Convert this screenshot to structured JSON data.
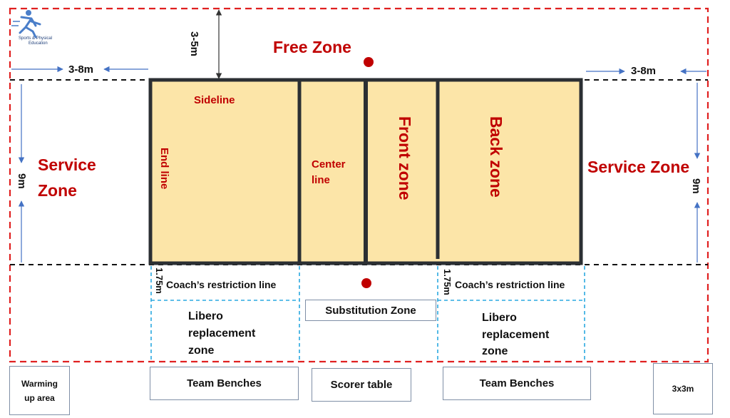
{
  "logo": {
    "line1": "Sports & Physical",
    "line2": "Education"
  },
  "labels": {
    "free_zone": "Free Zone",
    "service_zone_left_1": "Service",
    "service_zone_left_2": "Zone",
    "service_zone_right": "Service Zone",
    "sideline": "Sideline",
    "end_line": "End line",
    "center_line_1": "Center",
    "center_line_2": "line",
    "front_zone": "Front zone",
    "back_zone": "Back zone",
    "coach_restriction_left": "Coach’s restriction line",
    "coach_restriction_right": "Coach’s restriction line",
    "libero_left": [
      "Libero",
      "replacement",
      "zone"
    ],
    "libero_right": [
      "Libero",
      "replacement",
      "zone"
    ],
    "substitution_zone": "Substitution Zone"
  },
  "dimensions": {
    "free_zone_depth": "3-5m",
    "service_depth_left": "3-8m",
    "service_depth_right": "3-8m",
    "width_left": "9m",
    "width_right": "9m",
    "coach_left": "1.75m",
    "coach_right": "1.75m"
  },
  "boxes": {
    "warming_up": [
      "Warming",
      "up area"
    ],
    "team_benches_left": "Team Benches",
    "scorer_table": "Scorer table",
    "team_benches_right": "Team Benches",
    "three_by_three": "3x3m"
  },
  "colors": {
    "court_fill": "#fce5a8",
    "court_line": "#2b2f33",
    "boundary": "#e02020",
    "zone_text": "#c00000",
    "arrow": "#4472c4",
    "restriction": "#2aa8e0",
    "dot": "#c00000"
  }
}
